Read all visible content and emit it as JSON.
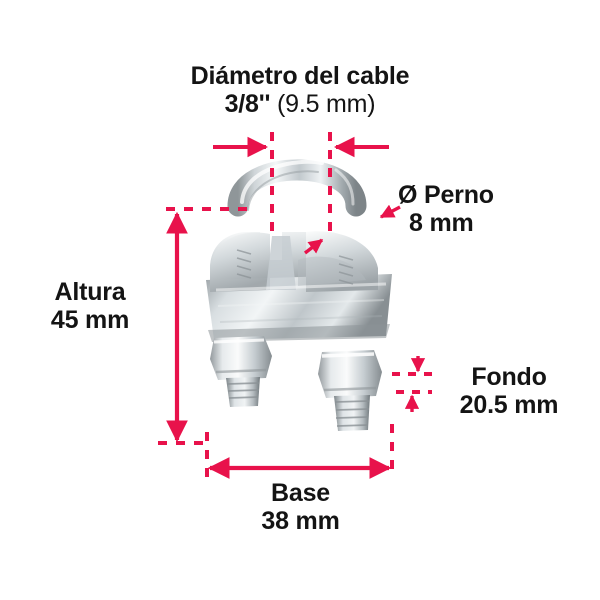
{
  "diagram": {
    "title_alt": "Perro para cable - dimensiones",
    "accent_color": "#E8124B",
    "text_color": "#141414",
    "background": "#ffffff"
  },
  "labels": {
    "cable": {
      "line1": "Diámetro del cable",
      "line2_bold": "3/8''",
      "line2_reg": "(9.5 mm)"
    },
    "perno": {
      "line1": "Ø Perno",
      "line2": "8 mm"
    },
    "altura": {
      "line1": "Altura",
      "line2": "45 mm"
    },
    "fondo": {
      "line1": "Fondo",
      "line2": "20.5 mm"
    },
    "base": {
      "line1": "Base",
      "line2": "38 mm"
    }
  },
  "measurements": [
    {
      "name": "cable-diameter",
      "label": "Diámetro del cable",
      "value": "3/8''",
      "value_metric": "9.5 mm"
    },
    {
      "name": "bolt-diameter",
      "label": "Ø Perno",
      "value": "8 mm"
    },
    {
      "name": "height",
      "label": "Altura",
      "value": "45 mm"
    },
    {
      "name": "depth",
      "label": "Fondo",
      "value": "20.5 mm"
    },
    {
      "name": "base-width",
      "label": "Base",
      "value": "38 mm"
    }
  ]
}
